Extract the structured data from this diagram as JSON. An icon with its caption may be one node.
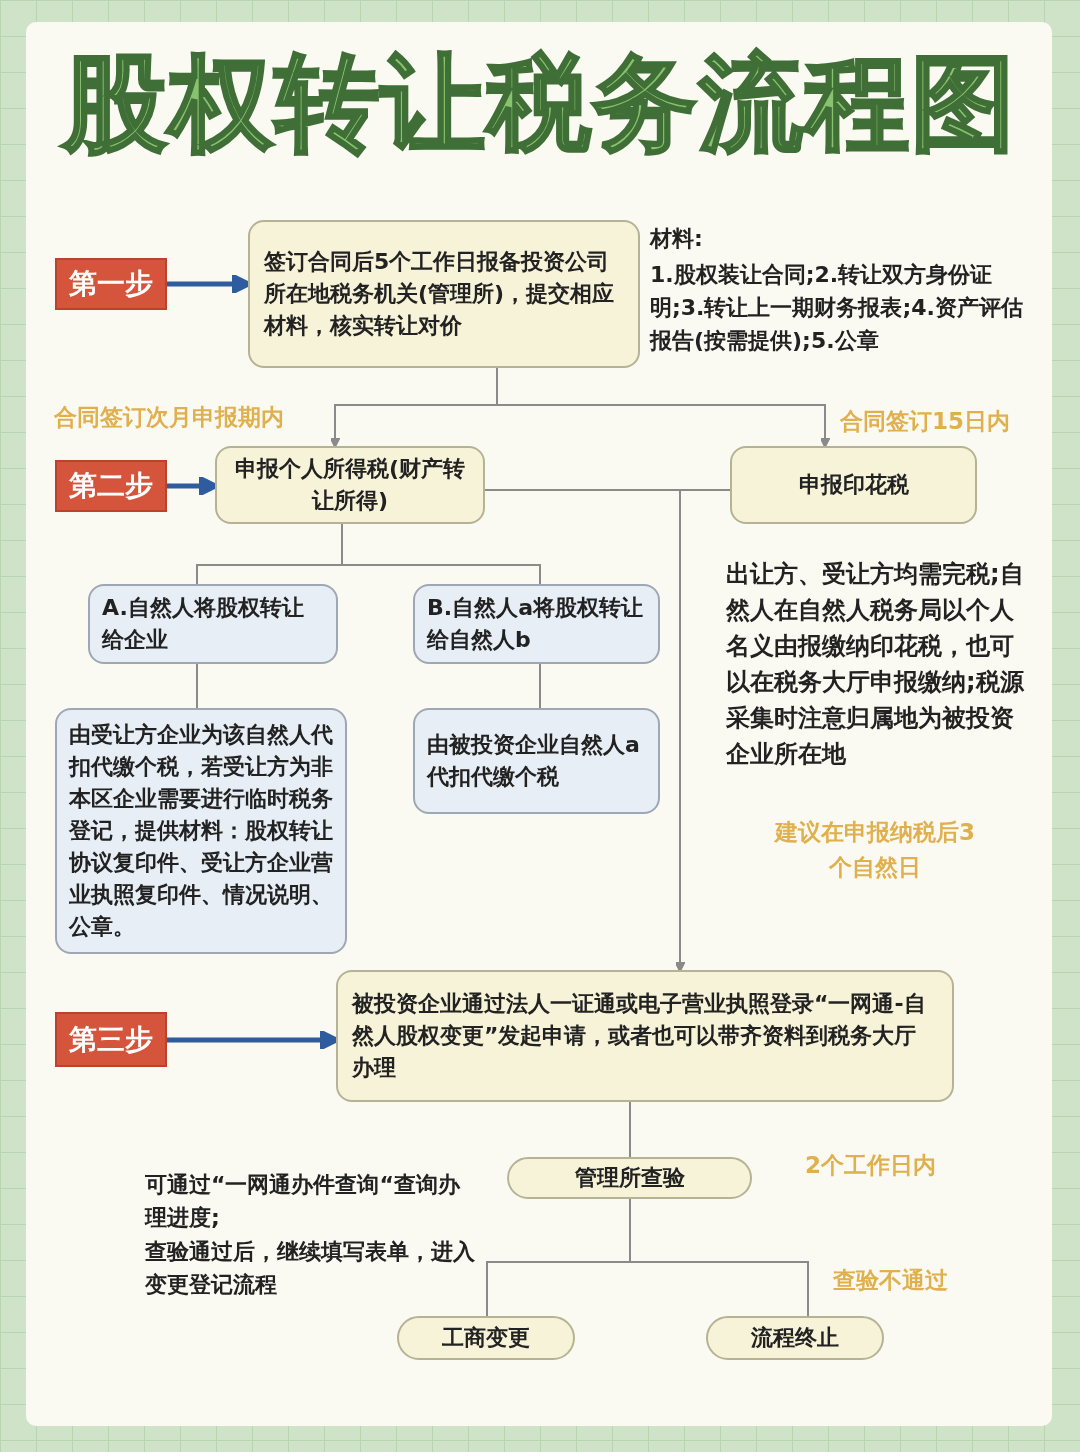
{
  "diagram": {
    "title": "股权转让税务流程图",
    "nodes": [
      {
        "text": [
          "第一步"
        ]
      },
      {
        "text": [
          "签订合同后5个工作日报备投资公司所在地税务机关(管理所)，提交相应材料，核实转让对价"
        ]
      },
      {
        "text": [
          "第二步"
        ]
      },
      {
        "text": [
          "申报个人所得税(财产转让所得)"
        ]
      },
      {
        "text": [
          "申报印花税"
        ]
      },
      {
        "text": [
          "A.自然人将股权转让给企业"
        ]
      },
      {
        "text": [
          "B.自然人a将股权转让给自然人b"
        ]
      },
      {
        "text": [
          "由受让方企业为该自然人代扣代缴个税，若受让方为非本区企业需要进行临时税务登记，提供材料：股权转让协议复印件、受让方企业营业执照复印件、情况说明、公章。"
        ]
      },
      {
        "text": [
          "由被投资企业自然人a代扣代缴个税"
        ]
      },
      {
        "text": [
          "第三步"
        ]
      },
      {
        "text": [
          "被投资企业通过法人一证通或电子营业执照登录“一网通-自然人股权变更”发起申请，或者也可以带齐资料到税务大厅办理"
        ]
      },
      {
        "text": [
          "管理所查验"
        ]
      },
      {
        "text": [
          "工商变更"
        ]
      },
      {
        "text": [
          "流程终止"
        ]
      }
    ],
    "edges": [
      {
        "from": 0,
        "to": 1,
        "arrow": "to",
        "style": "thick",
        "color": "#2e5c9e"
      },
      {
        "from": 2,
        "to": 3,
        "arrow": "to",
        "style": "thick",
        "color": "#2e5c9e"
      },
      {
        "from": 9,
        "to": 10,
        "arrow": "to",
        "style": "thick",
        "color": "#2e5c9e"
      },
      {
        "from": 1,
        "to": 3,
        "arrow": "to"
      },
      {
        "from": 1,
        "to": 4,
        "arrow": "to"
      },
      {
        "from": 3,
        "to": 5,
        "arrow": "none"
      },
      {
        "from": 3,
        "to": 6,
        "arrow": "none"
      },
      {
        "from": 5,
        "to": 7,
        "arrow": "none"
      },
      {
        "from": 6,
        "to": 8,
        "arrow": "none"
      },
      {
        "from": 3,
        "to": 10,
        "arrow": "to"
      },
      {
        "from": 4,
        "to": 10,
        "arrow": "to"
      },
      {
        "from": 10,
        "to": 11,
        "arrow": "none"
      },
      {
        "from": 11,
        "to": 12,
        "arrow": "none"
      },
      {
        "from": 11,
        "to": 13,
        "arrow": "none"
      }
    ],
    "labels": [
      "材料:",
      "1.股权装让合同;2.转让双方身份证明;3.转让上一期财务报表;4.资产评估报告(按需提供);5.公章",
      "合同签订次月申报期内",
      "合同签订15日内",
      "出让方、受让方均需完税;自然人在自然人税务局以个人名义由报缴纳印花税，也可以在税务大厅申报缴纳;税源采集时注意归属地为被投资企业所在地",
      "建议在申报纳税后3个自然日",
      "2个工作日内",
      "可通过“一网通办件查询“查询办理进度;",
      "查验通过后，继续填写表单，进入变更登记流程",
      "查验不通过"
    ]
  }
}
